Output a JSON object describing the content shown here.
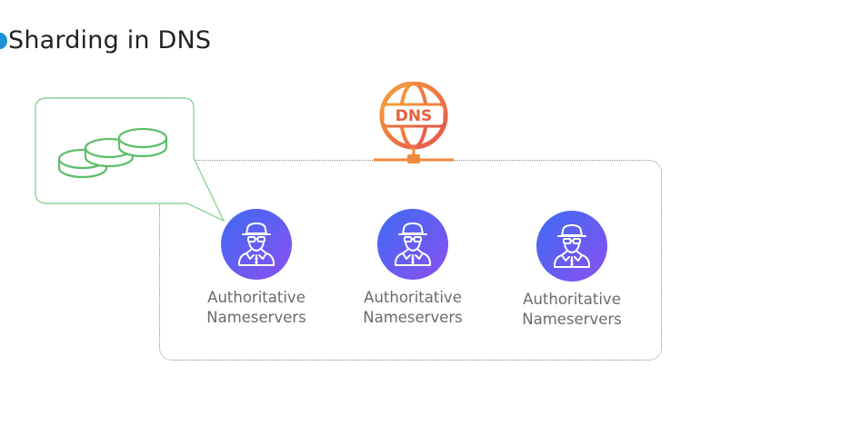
{
  "header": {
    "title": "Sharding in DNS"
  },
  "dns": {
    "badge_text": "DNS",
    "icon": "dns-globe-icon"
  },
  "shard": {
    "icon": "database-shards-icon"
  },
  "nameservers": [
    {
      "label_line1": "Authoritative",
      "label_line2": "Nameservers",
      "icon": "spy-agent-icon"
    },
    {
      "label_line1": "Authoritative",
      "label_line2": "Nameservers",
      "icon": "spy-agent-icon"
    },
    {
      "label_line1": "Authoritative",
      "label_line2": "Nameservers",
      "icon": "spy-agent-icon"
    }
  ],
  "colors": {
    "title_dot": "#1f8fd6",
    "shard_green": "#5cbf6a",
    "avatar_gradient_start": "#3e6cf3",
    "avatar_gradient_end": "#8a4ff0",
    "dns_orange": "#f08a3c",
    "dns_red": "#e8534a",
    "label_gray": "#6b6b6b"
  }
}
